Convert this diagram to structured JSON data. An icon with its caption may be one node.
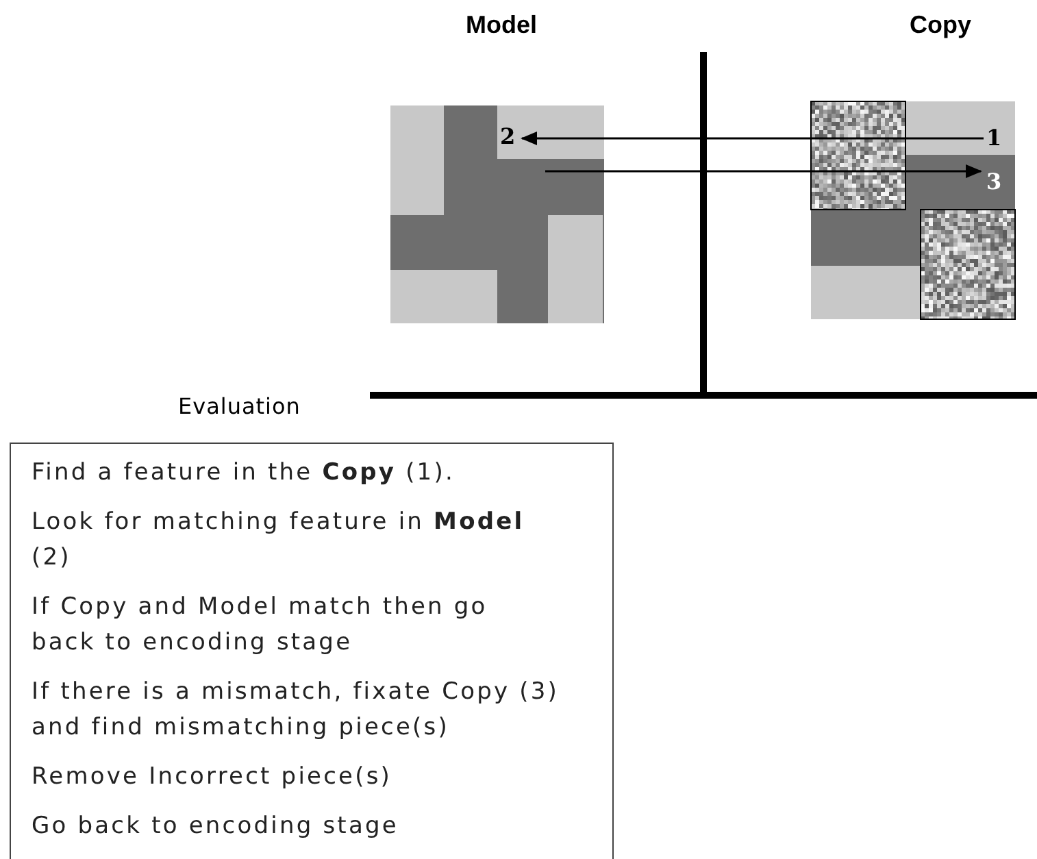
{
  "diagram": {
    "nodes": [
      {
        "text": [
          "Model"
        ]
      },
      {
        "text": [
          "2"
        ],
        "in": 0
      },
      {
        "text": [
          "Copy"
        ]
      },
      {
        "text": [
          "1"
        ],
        "in": 2
      },
      {
        "text": [
          "3"
        ],
        "in": 2
      },
      {
        "text": [
          "Find a feature in the **Copy** (1).",
          "Look for matching feature in **Model** (2)",
          "If Copy and Model match then go back to encoding stage",
          "If there is a mismatch, fixate Copy (3) and find mismatching piece(s)",
          "Remove Incorrect piece(s)",
          "Go back to encoding stage"
        ]
      }
    ],
    "edges": [
      {
        "from": 3,
        "to": 1,
        "arrow": "to"
      },
      {
        "from": null,
        "to": 4,
        "arrow": "to"
      }
    ],
    "labels": [
      "Evaluation"
    ]
  }
}
